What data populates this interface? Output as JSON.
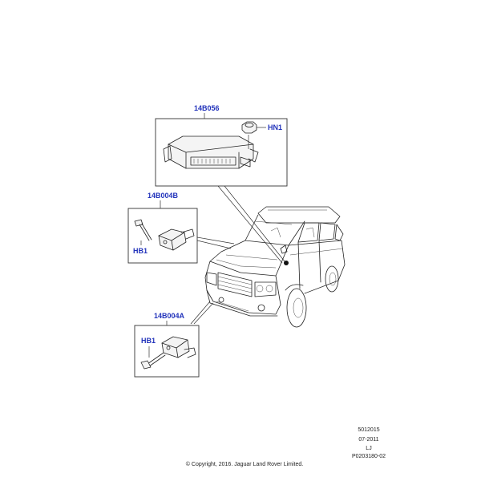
{
  "labels": {
    "module": "14B056",
    "nut": "HN1",
    "upper_sensor": "14B004B",
    "upper_bolt": "HB1",
    "lower_sensor": "14B004A",
    "lower_bolt": "HB1"
  },
  "footer": {
    "ref_number": "5012015",
    "date": "07-2011",
    "initials": "LJ",
    "drawing_code": "P0203180-02",
    "copyright": "© Copyright, 2016. Jaguar Land Rover Limited."
  },
  "colors": {
    "label_blue": "#2233bb",
    "line": "#222222"
  }
}
